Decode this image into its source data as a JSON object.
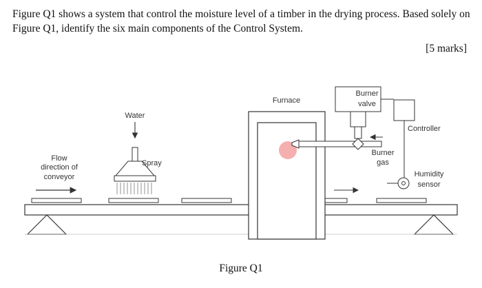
{
  "question": {
    "text": "Figure Q1 shows a system that control the moisture level of a timber in the drying process. Based solely on Figure Q1, identify the six main components of the Control System.",
    "marks": "[5 marks]"
  },
  "diagram": {
    "labels": {
      "water": "Water",
      "spray": "Spray",
      "flow_line1": "Flow",
      "flow_line2": "direction of",
      "flow_line3": "conveyor",
      "furnace": "Furnace",
      "burner_valve_line1": "Burner",
      "burner_valve_line2": "valve",
      "controller": "Controller",
      "burner_gas_line1": "Burner",
      "burner_gas_line2": "gas",
      "humidity_line1": "Humidity",
      "humidity_line2": "sensor"
    },
    "caption": "Figure Q1"
  }
}
